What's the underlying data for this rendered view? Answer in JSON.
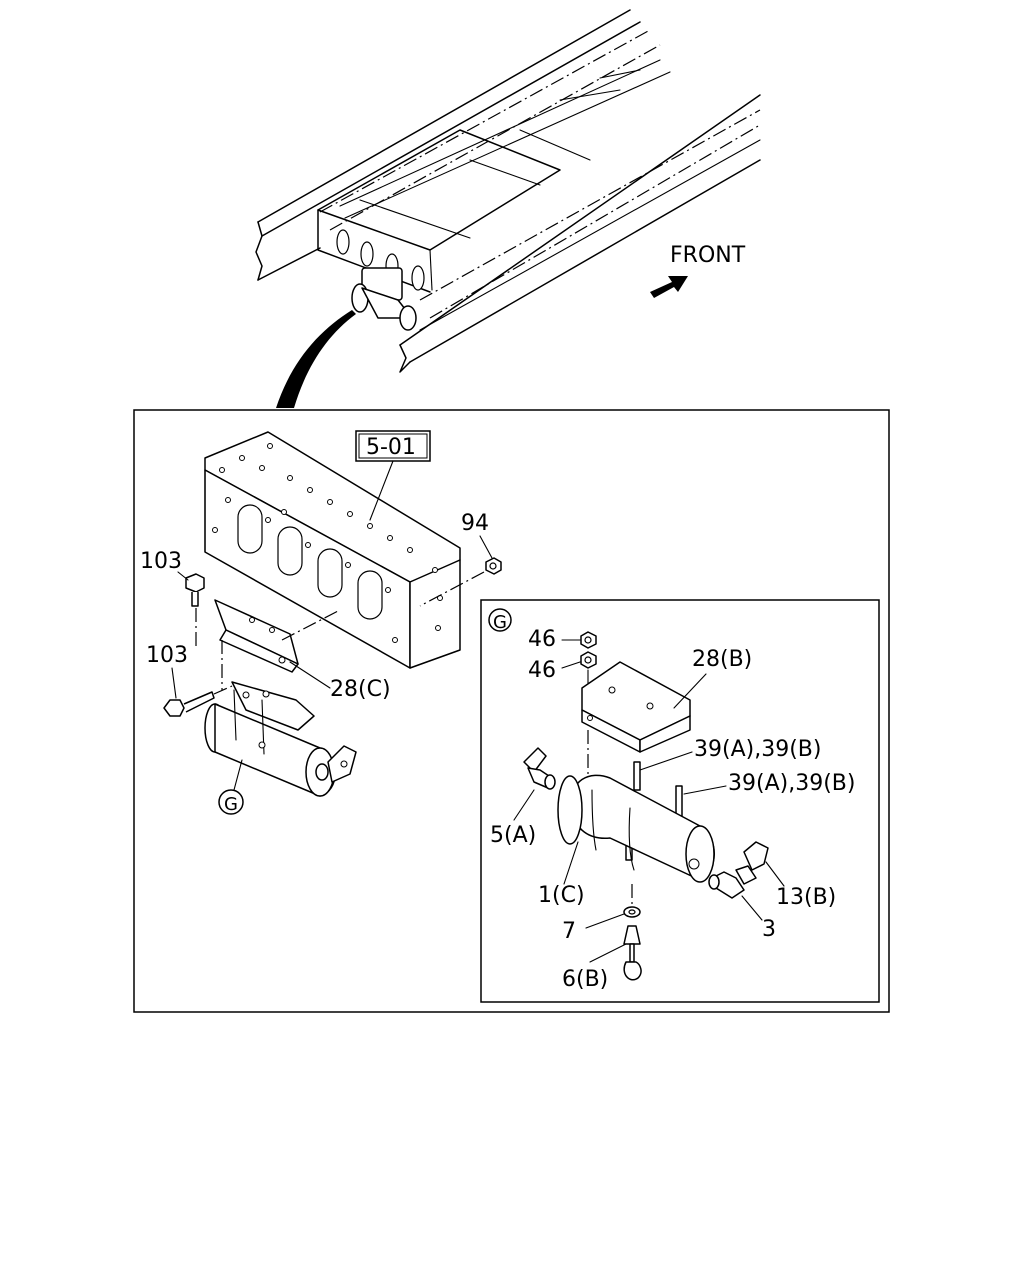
{
  "labels": {
    "front": "FRONT",
    "ref_box": "5-01",
    "callout_94": "94",
    "callout_103_upper": "103",
    "callout_103_lower": "103",
    "callout_28c": "28(C)",
    "callout_g_main": "G",
    "detail_g": "G",
    "callout_46_upper": "46",
    "callout_46_lower": "46",
    "callout_28b": "28(B)",
    "callout_39_upper": "39(A),39(B)",
    "callout_39_lower": "39(A),39(B)",
    "callout_5a": "5(A)",
    "callout_1c": "1(C)",
    "callout_13b": "13(B)",
    "callout_3": "3",
    "callout_7": "7",
    "callout_6b": "6(B)"
  },
  "colors": {
    "line": "#000000",
    "background": "#ffffff"
  }
}
